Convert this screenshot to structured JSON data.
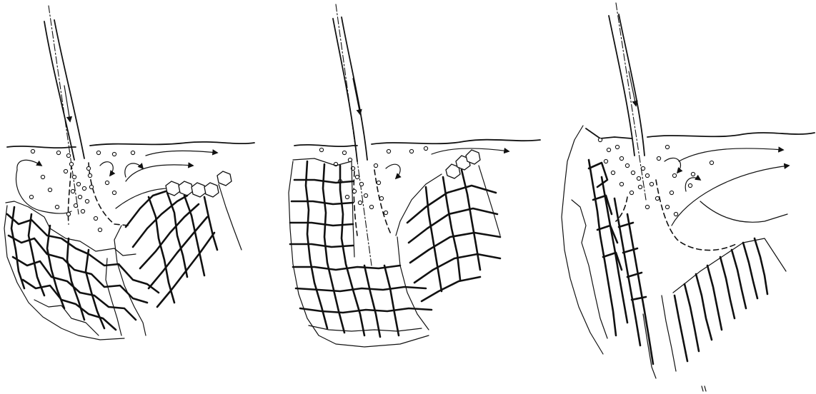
{
  "figure": {
    "panel_count": 3,
    "colors": {
      "ink": "#111111",
      "background": "#ffffff"
    },
    "panels": [
      {
        "id": "panel-1",
        "icon": "laser-cut-kerf-diagram"
      },
      {
        "id": "panel-2",
        "icon": "laser-cut-kerf-diagram"
      },
      {
        "id": "panel-3",
        "icon": "laser-cut-kerf-diagram"
      }
    ]
  }
}
